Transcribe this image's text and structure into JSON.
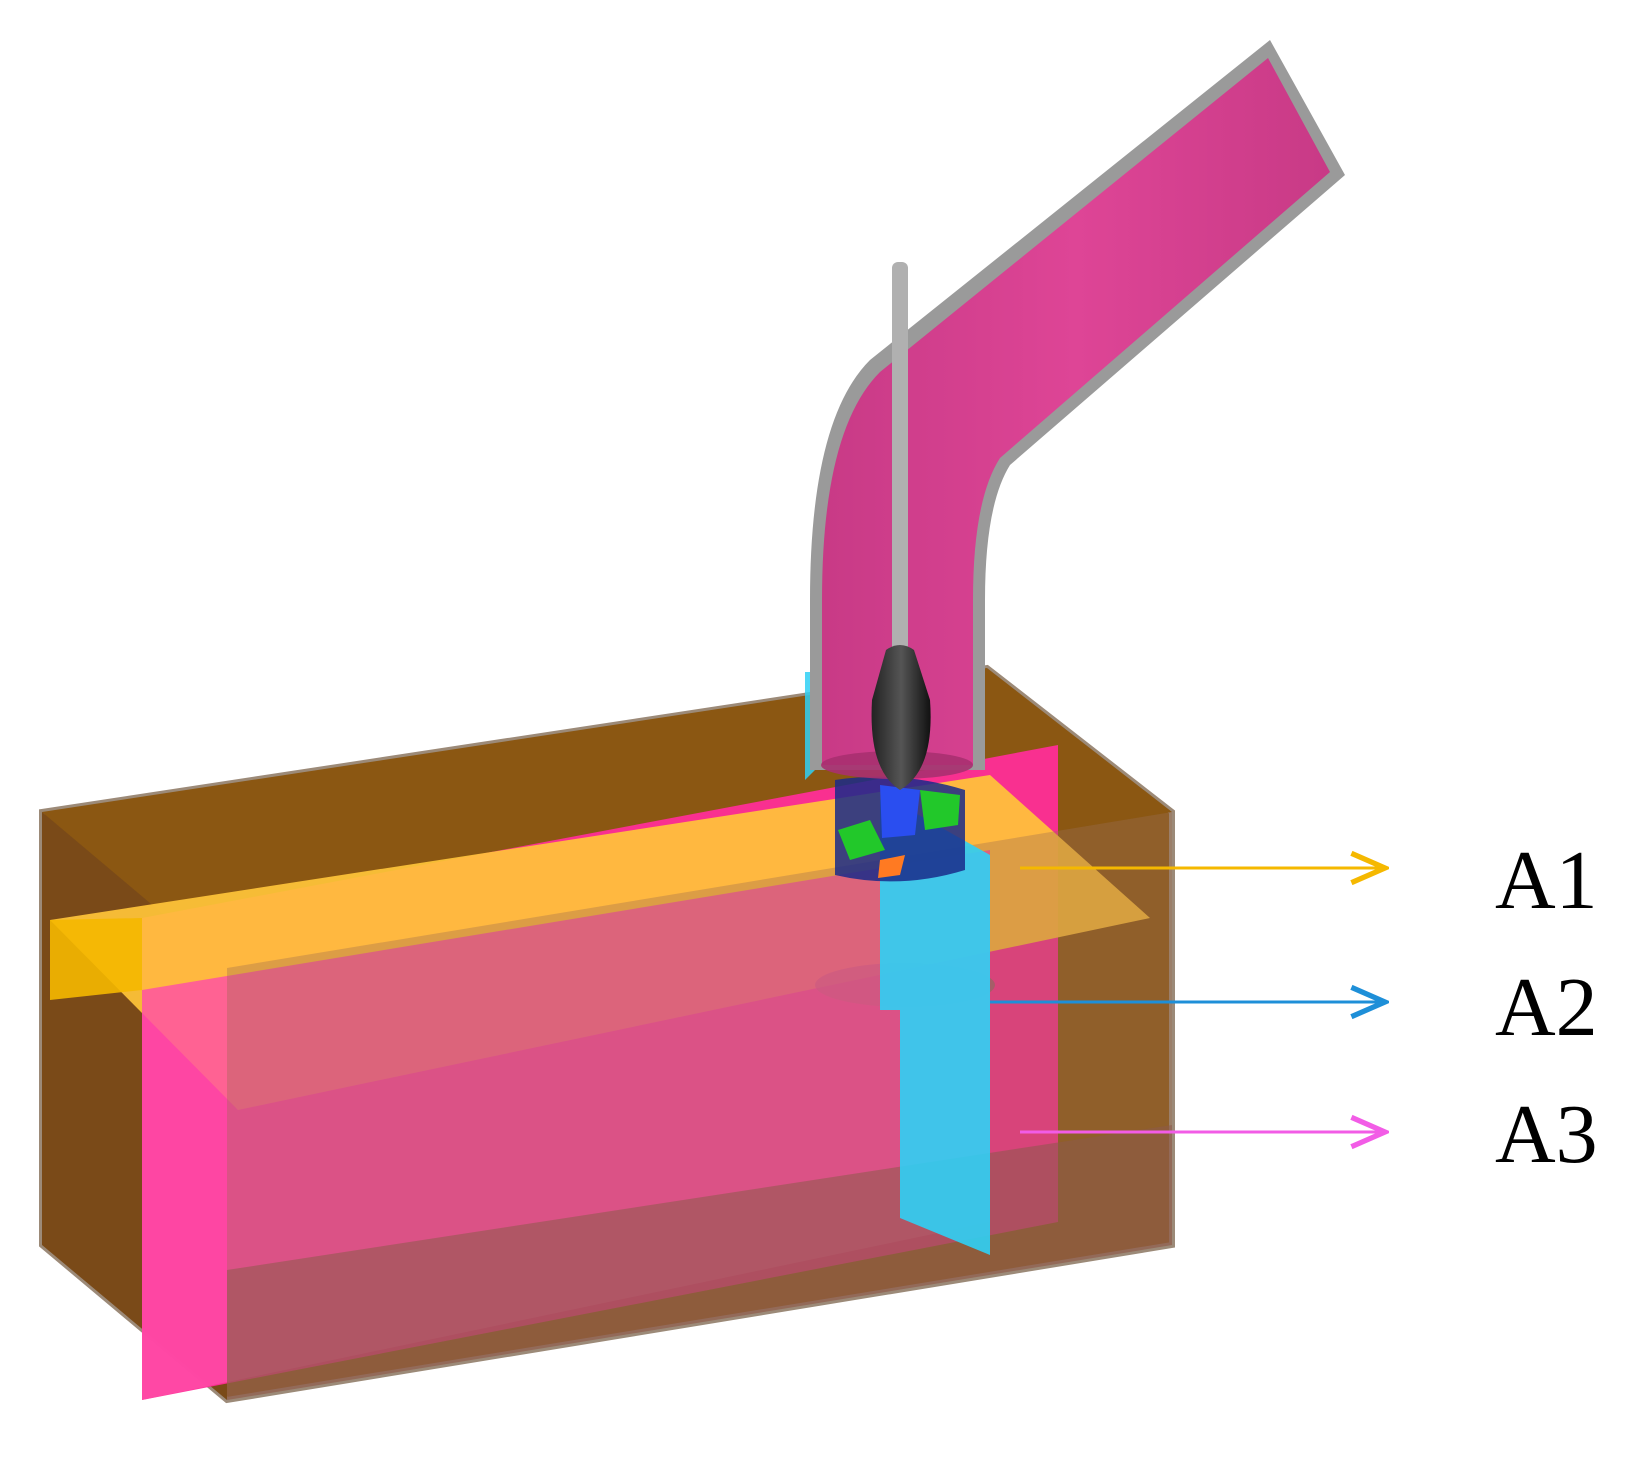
{
  "figure": {
    "labels": [
      {
        "id": "a1",
        "text": "A1",
        "color": "#f5b800"
      },
      {
        "id": "a2",
        "text": "A2",
        "color": "#1e8fd8"
      },
      {
        "id": "a3",
        "text": "A3",
        "color": "#f25ce6"
      }
    ]
  }
}
